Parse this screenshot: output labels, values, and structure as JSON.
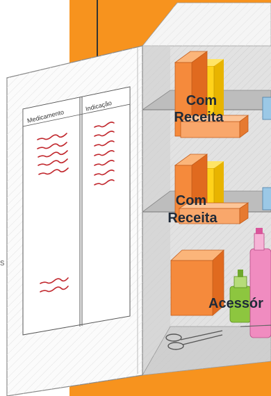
{
  "diagram": {
    "shelves": [
      {
        "label_lines": [
          "Com",
          "Receita"
        ]
      },
      {
        "label_lines": [
          "Com",
          "Receita"
        ]
      },
      {
        "label_lines": [
          "Acessór"
        ]
      }
    ],
    "door_sheet": {
      "columns": [
        "Medicamento",
        "Indicação"
      ]
    },
    "edge_text": "s"
  },
  "colors": {
    "cabinet_orange": "#f7931e",
    "interior_grey": "#dcdcdc",
    "shelf_grey": "#b8b8b8",
    "box_orange": "#f58a3c",
    "box_yellow": "#ffd21a",
    "box_blue": "#9bc8e6",
    "bottle_green": "#8dc63f",
    "bottle_pink": "#f08cc0",
    "scribble_red": "#c1272d"
  }
}
